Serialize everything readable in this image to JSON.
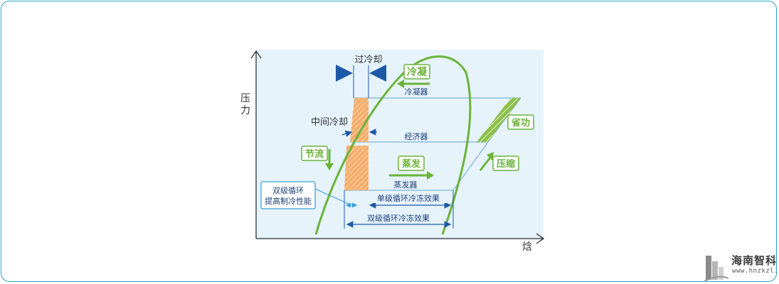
{
  "diagram": {
    "axis_y": "压力",
    "axis_x": "焓",
    "subcool": "过冷却",
    "condense": "冷凝",
    "condenser": "冷凝器",
    "intercool": "中间冷却",
    "economizer": "经济器",
    "throttle": "节流",
    "evaporate": "蒸发",
    "evaporator": "蒸发器",
    "save_work": "省功",
    "compress": "压缩",
    "single_effect": "单级循环冷冻效果",
    "double_effect": "双级循环冷冻效果",
    "callout_line1": "双级循环",
    "callout_line2": "提高制冷性能"
  },
  "logo": {
    "name": "海南智科",
    "url": "www.hnzkzl.com"
  },
  "colors": {
    "frame": "#2aa7c4",
    "green": "#6bb33a",
    "blue": "#1d5aa6",
    "orange": "#f2a15a",
    "bg": "#e6f3fb"
  }
}
